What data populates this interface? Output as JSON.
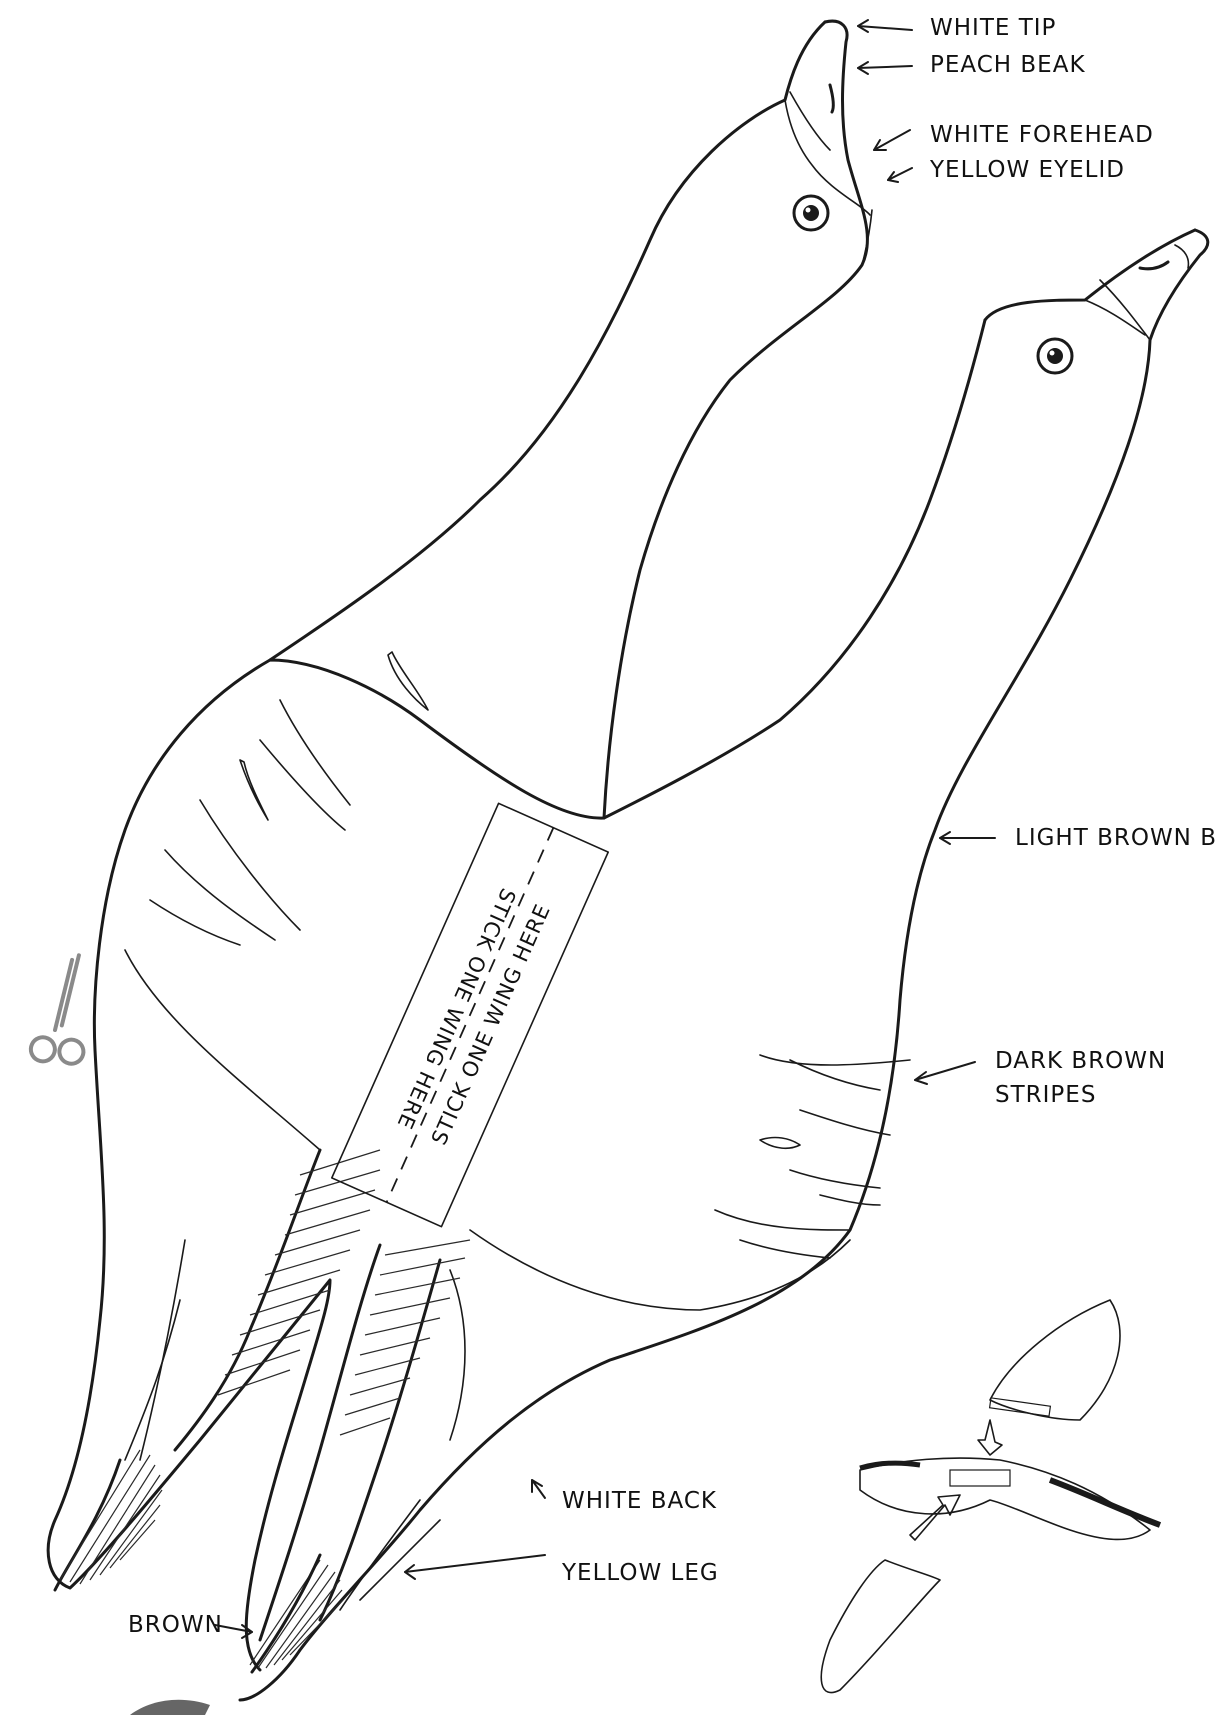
{
  "labels": {
    "white_tip": "WHITE TIP",
    "peach_beak": "PEACH BEAK",
    "white_forehead": "WHITE FOREHEAD",
    "yellow_eyelid": "YELLOW EYELID",
    "light_brown_body": "LIGHT BROWN BODY",
    "dark_brown_stripes_1": "DARK BROWN",
    "dark_brown_stripes_2": "STRIPES",
    "white_back": "WHITE BACK",
    "yellow_leg": "YELLOW LEG",
    "brown": "BROWN"
  },
  "wing_tab": {
    "label_1": "STICK ONE WING HERE",
    "label_2": "STICK ONE WING HERE"
  },
  "colors": {
    "ink": "#1a1a1a",
    "scissors": "#8a8a8a",
    "background": "#ffffff"
  },
  "icons": [
    "scissors-icon"
  ]
}
